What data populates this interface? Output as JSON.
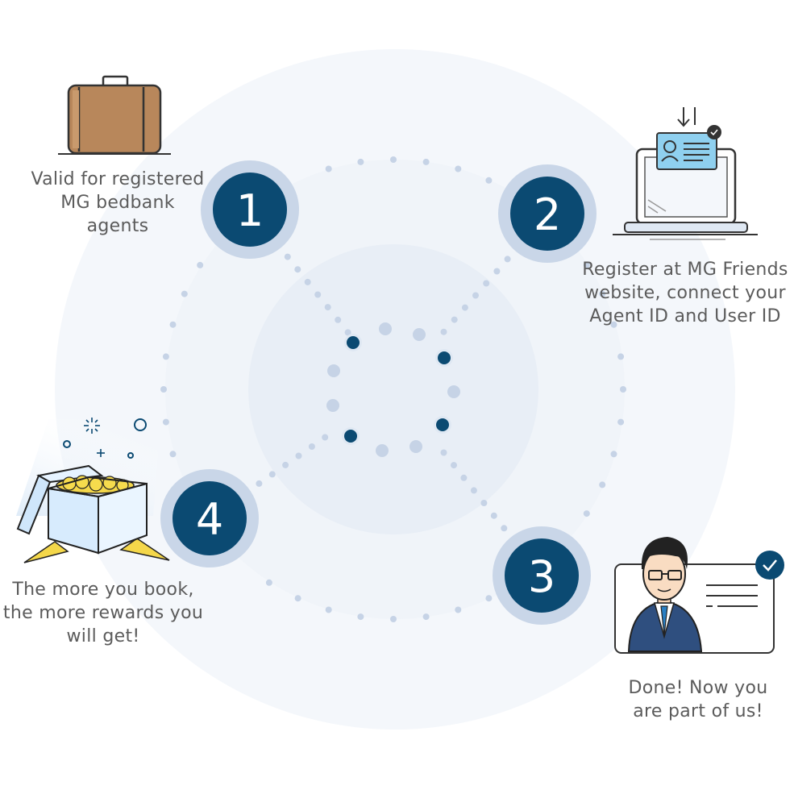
{
  "steps": [
    {
      "number": "1",
      "lines": [
        "Valid for registered",
        "MG bedbank",
        "agents"
      ]
    },
    {
      "number": "2",
      "lines": [
        "Register at MG Friends",
        "website, connect your",
        "Agent ID and User ID"
      ]
    },
    {
      "number": "3",
      "lines": [
        "Done! Now you",
        "are part of us!"
      ]
    },
    {
      "number": "4",
      "lines": [
        "The more you book,",
        "the more rewards you",
        "will get!"
      ]
    }
  ],
  "icons": {
    "step1": "suitcase-icon",
    "step2": "laptop-id-card-icon",
    "step3": "agent-profile-card-icon",
    "step4": "gift-box-icon"
  },
  "colors": {
    "badge": "#0b4a72",
    "badge_ring": "#c9d6e8",
    "dot": "#c6d3e6",
    "caption": "#5b5b5b",
    "background_circle": "#eef3f9"
  }
}
